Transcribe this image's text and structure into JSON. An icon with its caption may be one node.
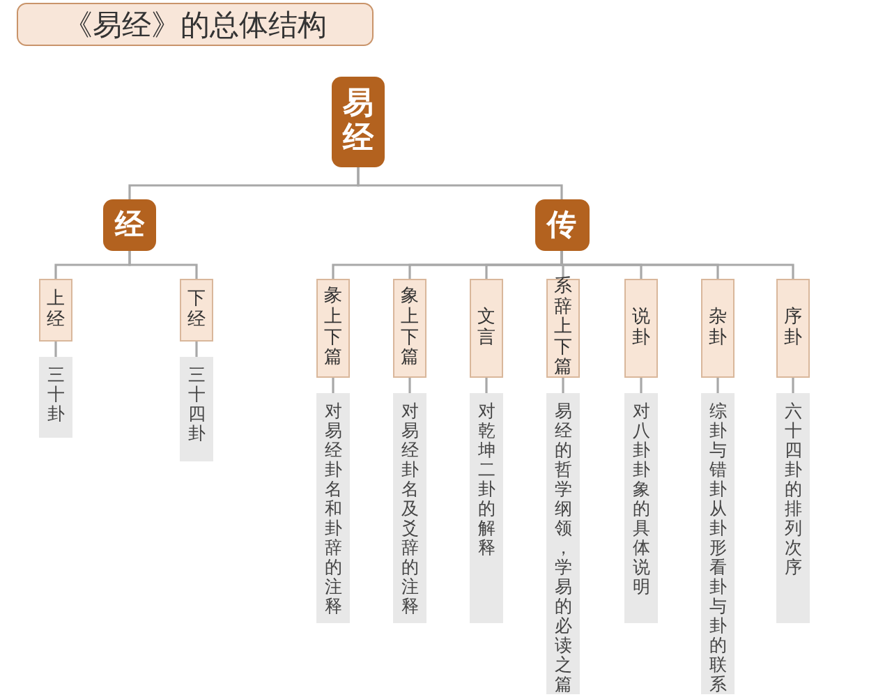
{
  "diagram": {
    "title": "《易经》的总体结构",
    "nodes": [
      {
        "text": [
          "易经"
        ]
      },
      {
        "text": [
          "经"
        ]
      },
      {
        "text": [
          "传"
        ]
      },
      {
        "text": [
          "上经"
        ]
      },
      {
        "text": [
          "三十卦"
        ]
      },
      {
        "text": [
          "下经"
        ]
      },
      {
        "text": [
          "三十四卦"
        ]
      },
      {
        "text": [
          "彖上下篇"
        ]
      },
      {
        "text": [
          "对易经卦名和卦辞的注释"
        ]
      },
      {
        "text": [
          "象上下篇"
        ]
      },
      {
        "text": [
          "对易经卦名及爻辞的注释"
        ]
      },
      {
        "text": [
          "文言"
        ]
      },
      {
        "text": [
          "对乾坤二卦的解释"
        ]
      },
      {
        "text": [
          "系辞上下篇"
        ]
      },
      {
        "text": [
          "易经的哲学纲领，学易的必读之篇"
        ]
      },
      {
        "text": [
          "说卦"
        ]
      },
      {
        "text": [
          "对八卦卦象的具体说明"
        ]
      },
      {
        "text": [
          "杂卦"
        ]
      },
      {
        "text": [
          "综卦与错卦从卦形看卦与卦的联系"
        ]
      },
      {
        "text": [
          "序卦"
        ]
      },
      {
        "text": [
          "六十四卦的排列次序"
        ]
      }
    ],
    "edges": [
      {
        "from": 0,
        "to": 1,
        "arrow": "none"
      },
      {
        "from": 0,
        "to": 2,
        "arrow": "none"
      },
      {
        "from": 1,
        "to": 3,
        "arrow": "none"
      },
      {
        "from": 3,
        "to": 4,
        "arrow": "none"
      },
      {
        "from": 1,
        "to": 5,
        "arrow": "none"
      },
      {
        "from": 5,
        "to": 6,
        "arrow": "none"
      },
      {
        "from": 2,
        "to": 7,
        "arrow": "none"
      },
      {
        "from": 7,
        "to": 8,
        "arrow": "none"
      },
      {
        "from": 2,
        "to": 9,
        "arrow": "none"
      },
      {
        "from": 9,
        "to": 10,
        "arrow": "none"
      },
      {
        "from": 2,
        "to": 11,
        "arrow": "none"
      },
      {
        "from": 11,
        "to": 12,
        "arrow": "none"
      },
      {
        "from": 2,
        "to": 13,
        "arrow": "none"
      },
      {
        "from": 13,
        "to": 14,
        "arrow": "none"
      },
      {
        "from": 2,
        "to": 15,
        "arrow": "none"
      },
      {
        "from": 15,
        "to": 16,
        "arrow": "none"
      },
      {
        "from": 2,
        "to": 17,
        "arrow": "none"
      },
      {
        "from": 17,
        "to": 18,
        "arrow": "none"
      },
      {
        "from": 2,
        "to": 19,
        "arrow": "none"
      },
      {
        "from": 19,
        "to": 20,
        "arrow": "none"
      }
    ]
  }
}
